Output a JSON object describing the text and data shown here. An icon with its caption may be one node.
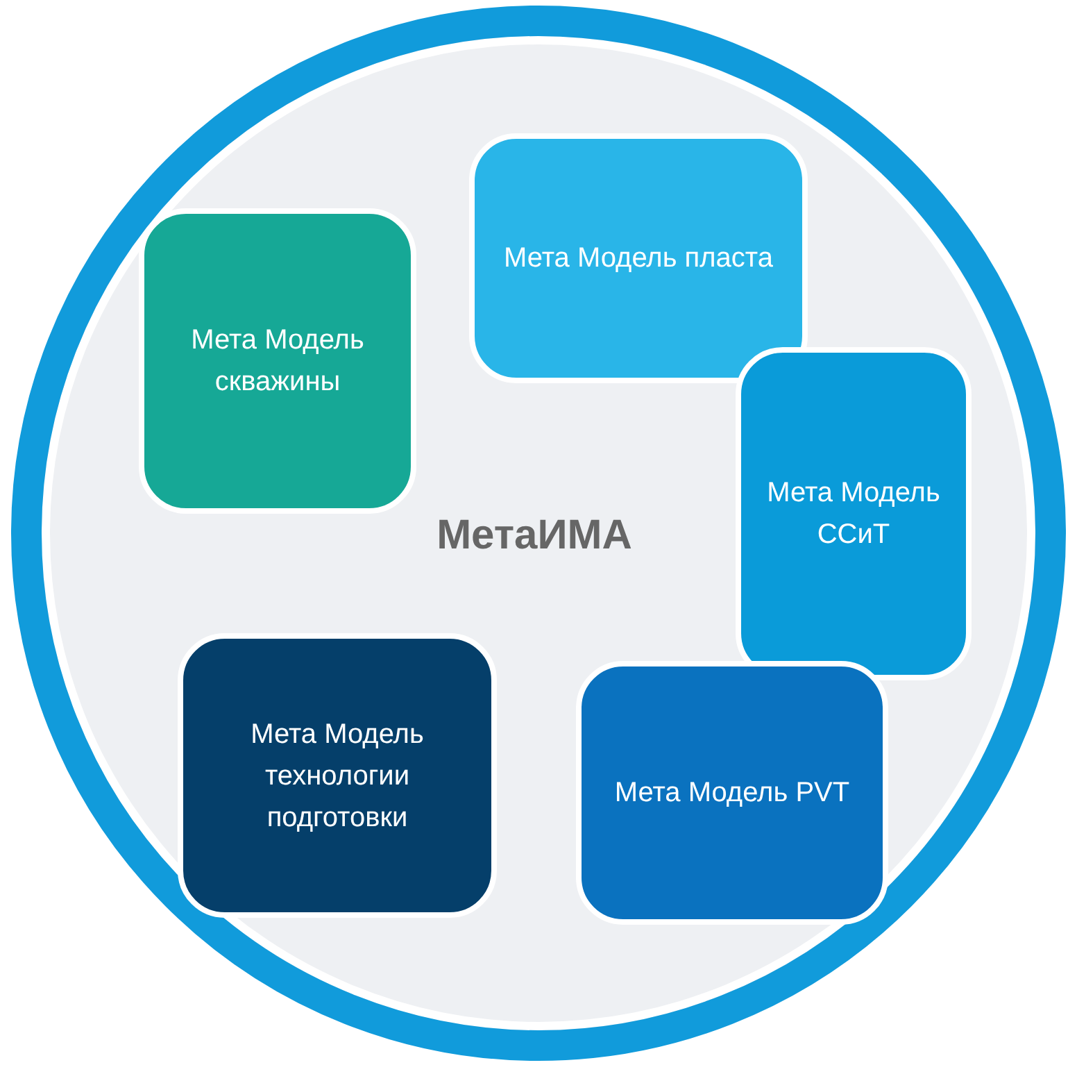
{
  "diagram": {
    "nodes": [
      {
        "text": [],
        "shape": "circle"
      },
      {
        "text": [
          "Мета Модель скважины"
        ],
        "in": 0
      },
      {
        "text": [
          "Мета Модель пласта"
        ],
        "in": 0
      },
      {
        "text": [
          "МетаИМА"
        ],
        "in": 0
      },
      {
        "text": [
          "Мета Модель ССиТ"
        ],
        "in": 0
      },
      {
        "text": [
          "Мета Модель технологии подготовки"
        ],
        "in": 0
      },
      {
        "text": [
          "Мета Модель PVT"
        ],
        "in": 0
      }
    ],
    "edges": []
  }
}
